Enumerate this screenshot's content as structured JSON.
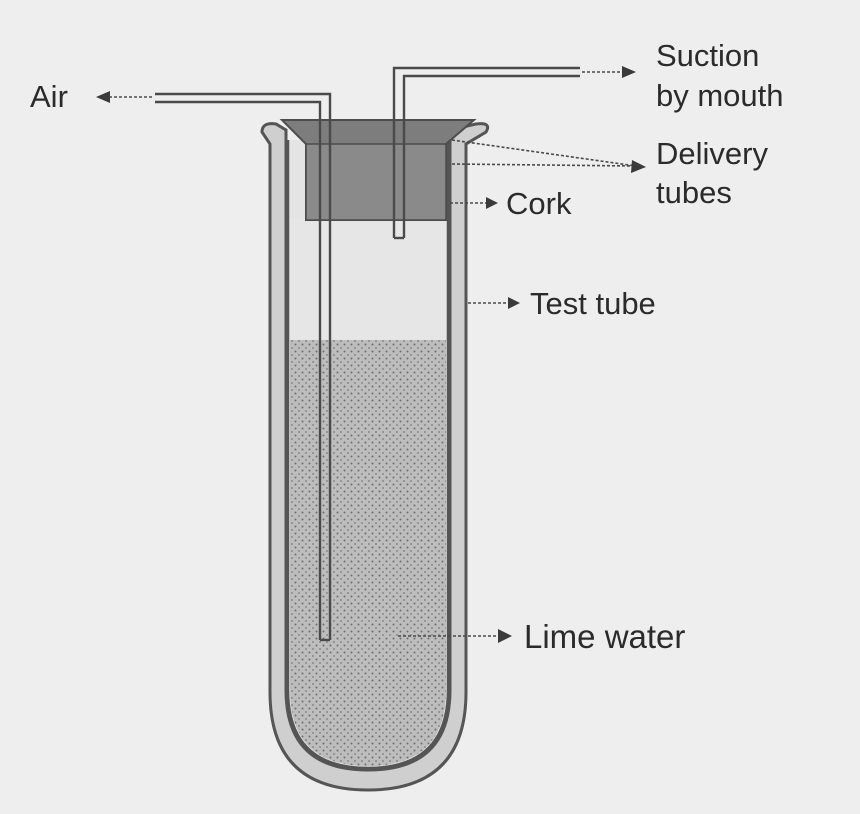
{
  "labels": {
    "air": "Air",
    "suction_line1": "Suction",
    "suction_line2": "by mouth",
    "delivery_line1": "Delivery",
    "delivery_line2": "tubes",
    "cork": "Cork",
    "test_tube": "Test tube",
    "lime_water": "Lime water"
  },
  "colors": {
    "background": "#eeeeee",
    "glass": "#cfcfcf",
    "outline": "#555555",
    "cork": "#7d7d7d",
    "liquid": "#b9b9b9",
    "text": "#2b2b2b"
  }
}
